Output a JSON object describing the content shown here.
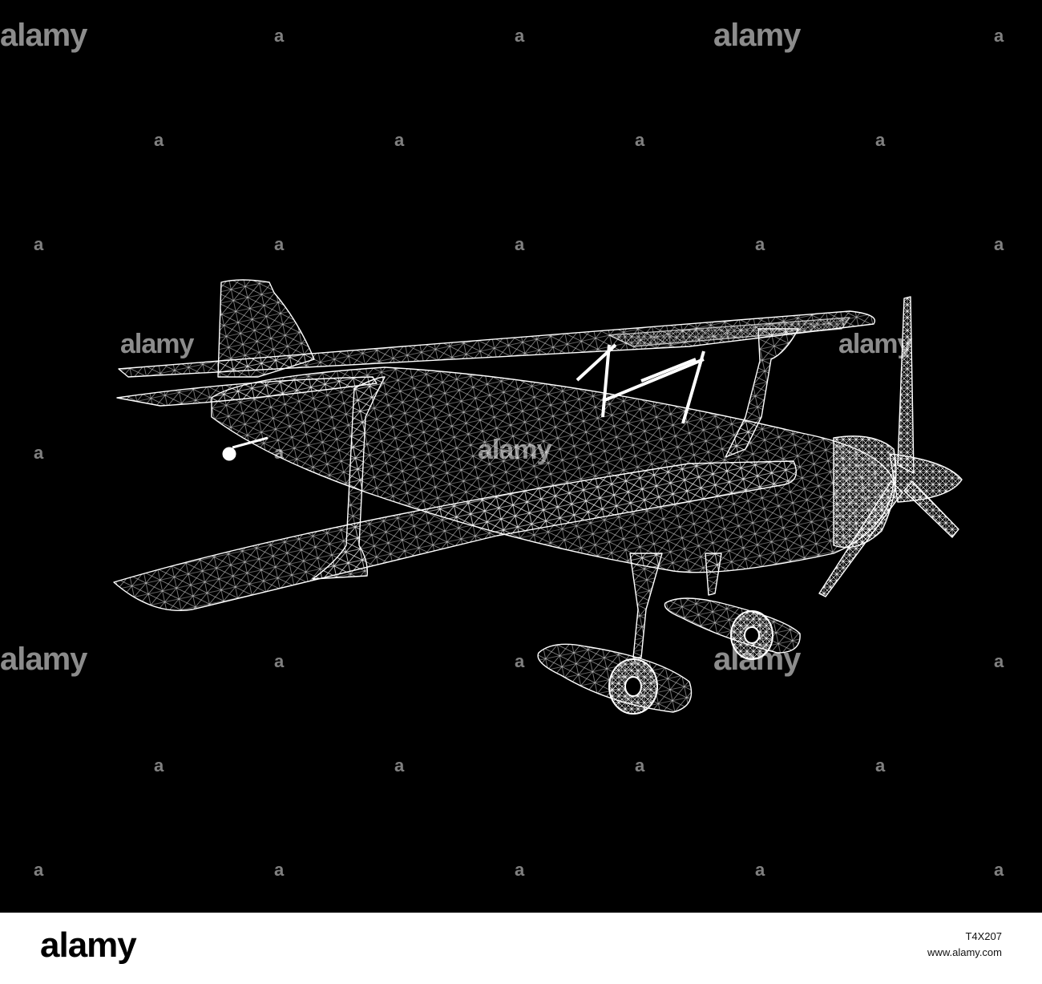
{
  "image": {
    "subject": "wireframe biplane",
    "background_color": "#000000",
    "wire_color": "#ffffff"
  },
  "watermark": {
    "text": "alamy",
    "mark": "a"
  },
  "footer": {
    "logo": "alamy",
    "image_id": "T4X207",
    "site": "www.alamy.com"
  }
}
